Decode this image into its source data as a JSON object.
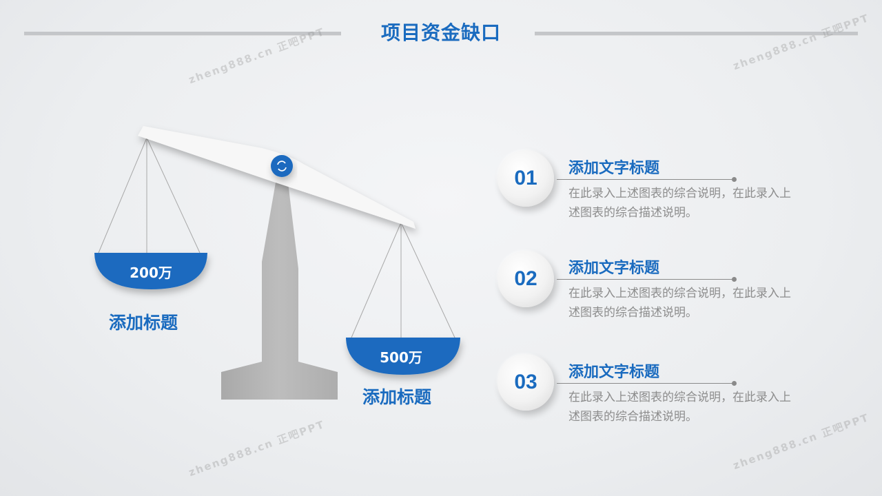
{
  "title": "项目资金缺口",
  "watermark": "zheng888.cn 正吧PPT",
  "colors": {
    "accent": "#1a6bbf",
    "stand": "#b5b5b5",
    "beam": "#f7f7f7"
  },
  "scale": {
    "left_pan": {
      "value": "200万",
      "label": "添加标题"
    },
    "right_pan": {
      "value": "500万",
      "label": "添加标题"
    },
    "pivot_icon": "refresh-icon"
  },
  "items": [
    {
      "number": "01",
      "title": "添加文字标题",
      "desc": "在此录入上述图表的综合说明，在此录入上述图表的综合描述说明。"
    },
    {
      "number": "02",
      "title": "添加文字标题",
      "desc": "在此录入上述图表的综合说明，在此录入上述图表的综合描述说明。"
    },
    {
      "number": "03",
      "title": "添加文字标题",
      "desc": "在此录入上述图表的综合说明，在此录入上述图表的综合描述说明。"
    }
  ]
}
